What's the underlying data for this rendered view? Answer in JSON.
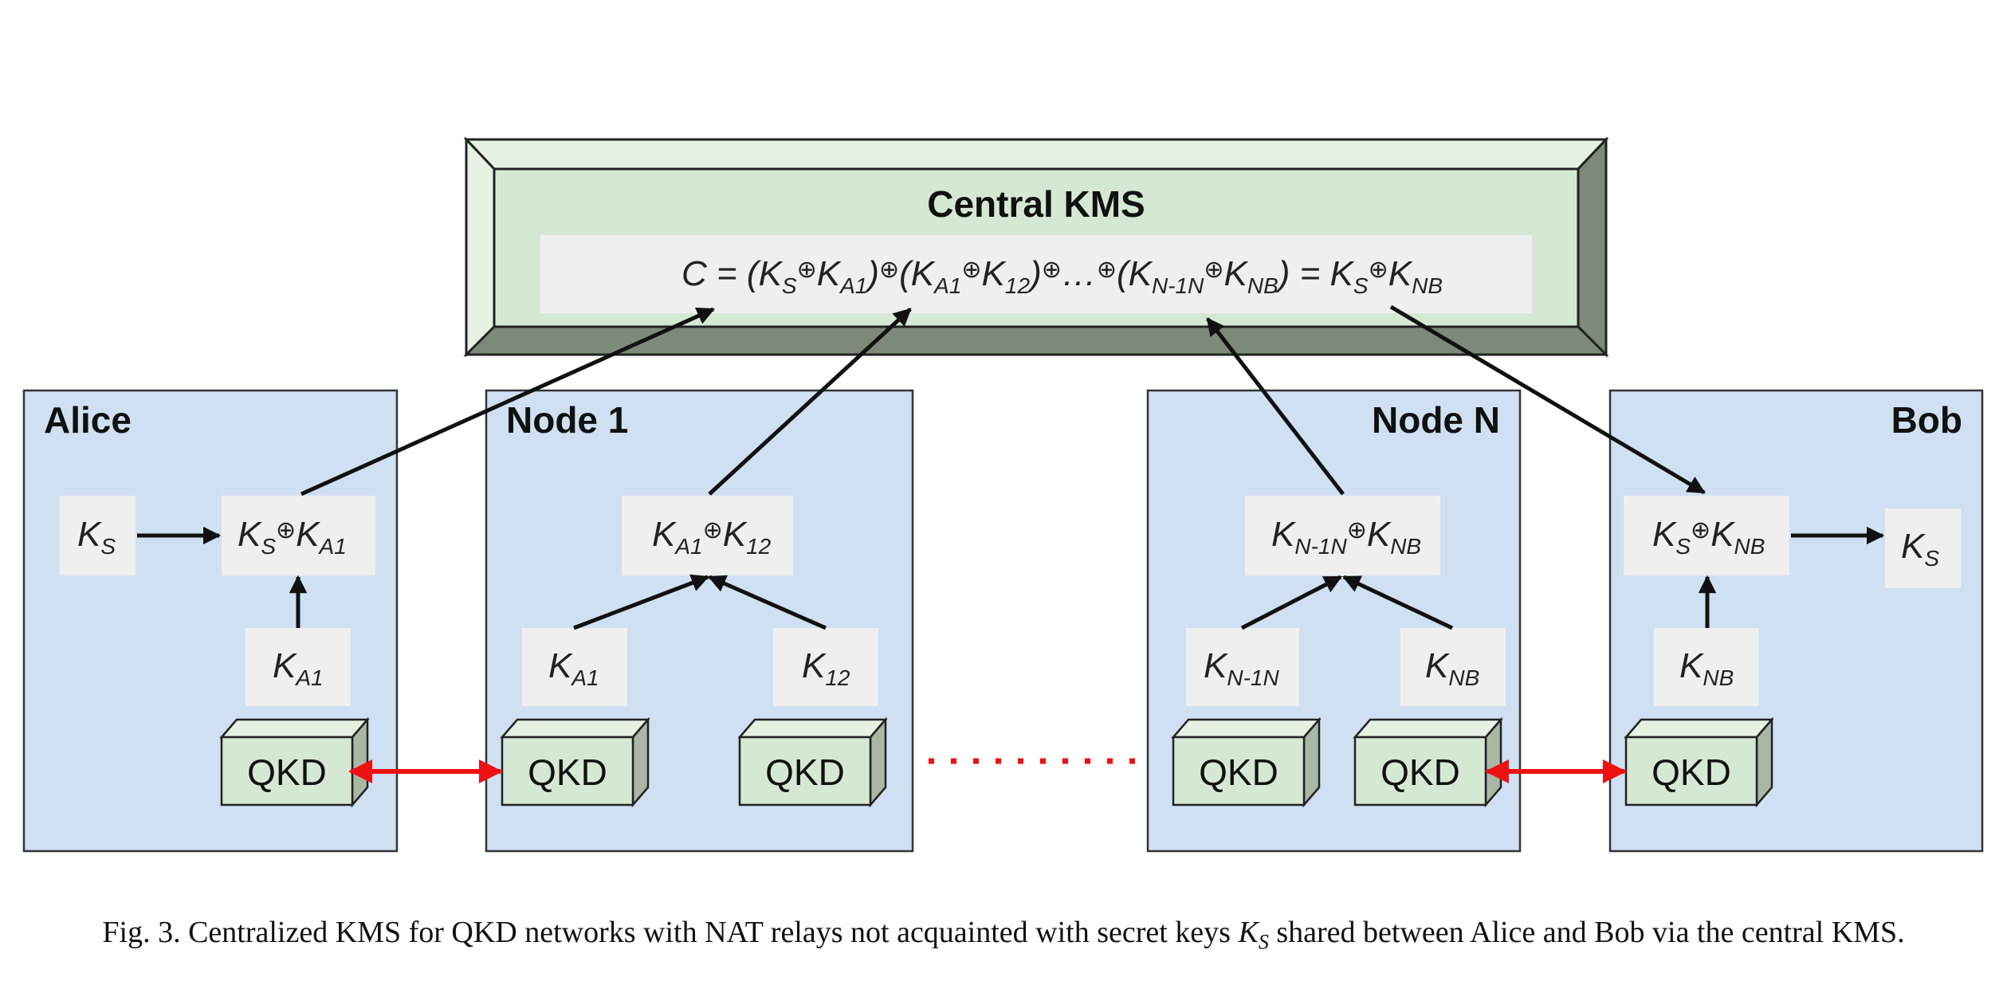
{
  "central_kms": {
    "title": "Central KMS",
    "equation_text": "C = (KS⊕KA1)⊕(KA1⊕K12)⊕…⊕(KN-1N⊕KNB) = KS⊕KNB"
  },
  "nodes": {
    "alice": {
      "title": "Alice",
      "key_ks": "KS",
      "key_combined": "KS⊕KA1",
      "key_link": "KA1",
      "qkd": "QKD"
    },
    "node1": {
      "title": "Node 1",
      "key_combined": "KA1⊕K12",
      "key_left": "KA1",
      "key_right": "K12",
      "qkd_left": "QKD",
      "qkd_right": "QKD"
    },
    "noden": {
      "title": "Node N",
      "key_combined": "KN-1N⊕KNB",
      "key_left": "KN-1N",
      "key_right": "KNB",
      "qkd_left": "QKD",
      "qkd_right": "QKD"
    },
    "bob": {
      "title": "Bob",
      "key_ks": "KS",
      "key_combined": "KS⊕KNB",
      "key_link": "KNB",
      "qkd": "QKD"
    }
  },
  "caption": {
    "prefix": "Fig. 3.  Centralized KMS for QKD networks with NAT relays not acquainted with secret keys ",
    "ks_main": "K",
    "ks_sub": "S",
    "suffix": " shared between Alice and Bob via the central KMS."
  },
  "colors": {
    "node_fill": "#cfe0f3",
    "kms_fill": "#d5e8d4",
    "kms_bevel_light": "#e6f1e3",
    "kms_bevel_dark": "#7d8a79",
    "key_fill": "#efefef",
    "qkd_front": "#d5e8d4",
    "qkd_side": "#a9b8a5",
    "link_red": "#ee1111",
    "arrow_black": "#111111"
  }
}
